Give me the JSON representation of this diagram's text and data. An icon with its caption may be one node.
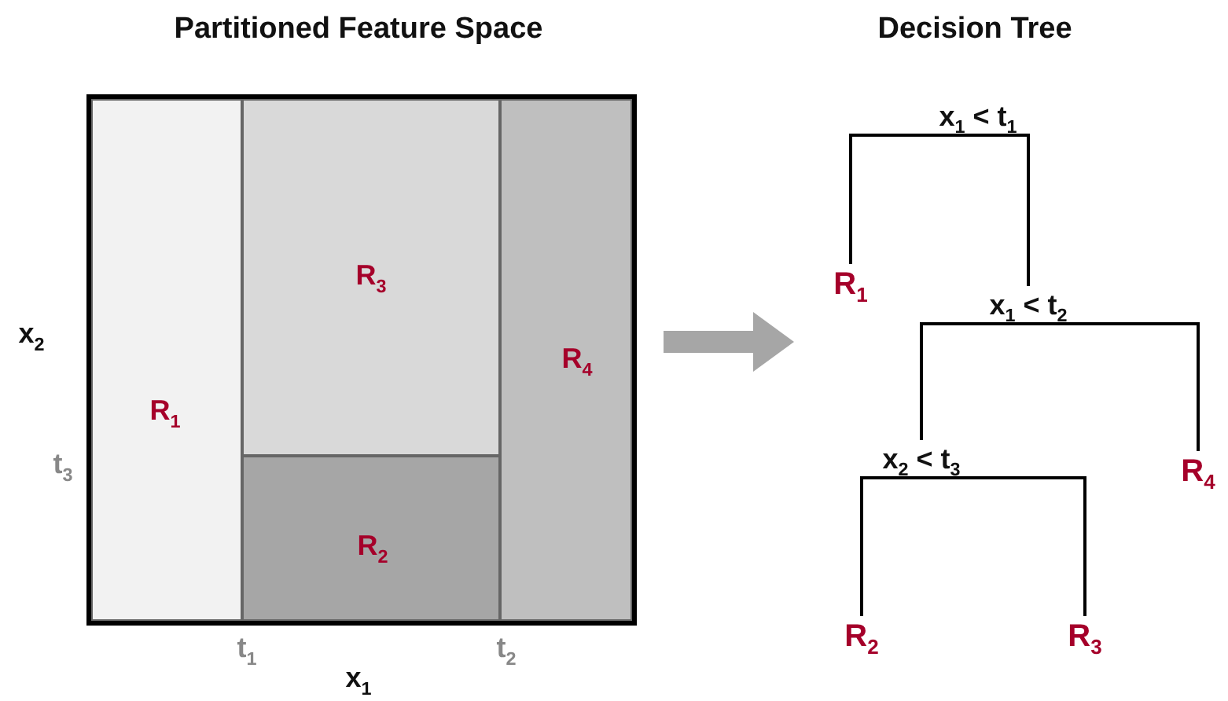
{
  "diagram": {
    "nodes": [
      {
        "text": [
          "Partitioned Feature Space"
        ]
      },
      {
        "text": [
          "R$_{1}$"
        ],
        "in": 0
      },
      {
        "text": [
          "R$_{3}$"
        ],
        "in": 0
      },
      {
        "text": [
          "R$_{2}$"
        ],
        "in": 0
      },
      {
        "text": [
          "R$_{4}$"
        ],
        "in": 0
      },
      {
        "text": [
          "Decision Tree"
        ]
      },
      {
        "text": [
          "x$_{1}$ < t$_{1}$"
        ],
        "in": 5
      },
      {
        "text": [
          "R$_{1}$"
        ],
        "in": 5
      },
      {
        "text": [
          "x$_{1}$ < t$_{2}$"
        ],
        "in": 5
      },
      {
        "text": [
          "x$_{2}$ < t$_{3}$"
        ],
        "in": 5
      },
      {
        "text": [
          "R$_{4}$"
        ],
        "in": 5
      },
      {
        "text": [
          "R$_{2}$"
        ],
        "in": 5
      },
      {
        "text": [
          "R$_{3}$"
        ],
        "in": 5
      }
    ],
    "edges": [
      {
        "from": 0,
        "to": 5,
        "arrow": "to",
        "style": "thick",
        "color": "#a6a6a6"
      },
      {
        "from": 6,
        "to": 7,
        "arrow": "none"
      },
      {
        "from": 6,
        "to": 8,
        "arrow": "none"
      },
      {
        "from": 8,
        "to": 9,
        "arrow": "none"
      },
      {
        "from": 8,
        "to": 10,
        "arrow": "none"
      },
      {
        "from": 9,
        "to": 11,
        "arrow": "none"
      },
      {
        "from": 9,
        "to": 12,
        "arrow": "none"
      }
    ],
    "labels": [
      "x$_{2}$",
      "t$_{3}$",
      "t$_{1}$",
      "t$_{2}$",
      "x$_{1}$"
    ]
  }
}
